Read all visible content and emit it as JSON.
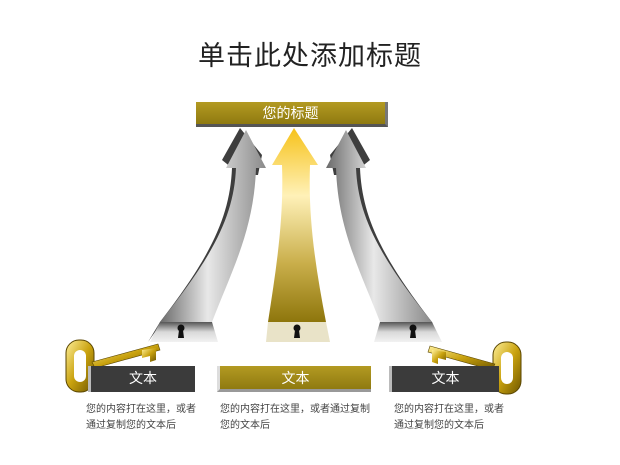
{
  "title": "单击此处添加标题",
  "banner": "您的标题",
  "labels": {
    "left": "文本",
    "middle": "文本",
    "right": "文本"
  },
  "descriptions": {
    "left": "您的内容打在这里，或者通过复制您的文本后",
    "middle": "您的内容打在这里，或者通过复制您的文本后",
    "right": "您的内容打在这里，或者通过复制您的文本后"
  },
  "colors": {
    "gold": "#b39a22",
    "dark": "#3b3b3b",
    "silver": "#b5b5b5",
    "yellow": "#f5c518"
  },
  "icons": [
    "key-icon",
    "keyhole-icon",
    "arrow-icon"
  ]
}
